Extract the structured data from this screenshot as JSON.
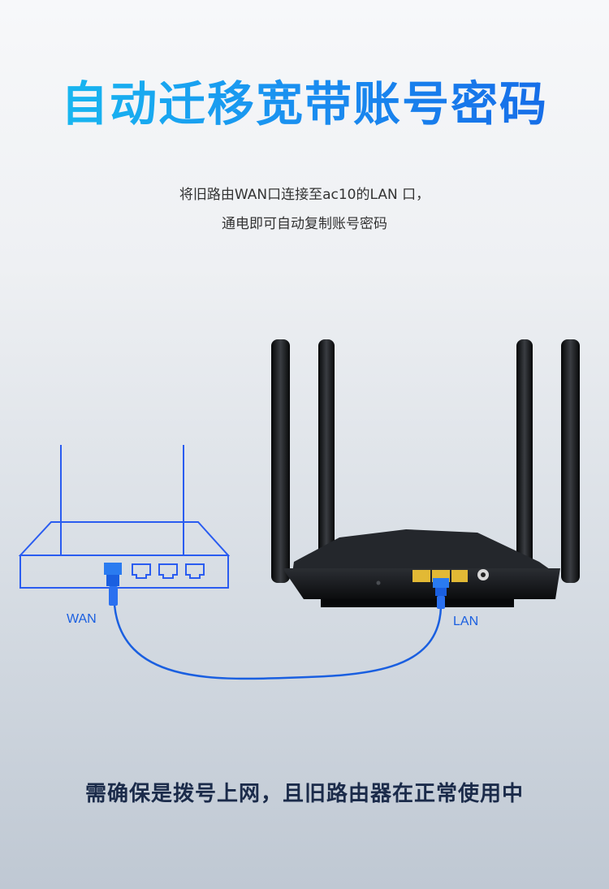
{
  "title": "自动迁移宽带账号密码",
  "subtitle_line1": "将旧路由WAN口连接至ac10的LAN 口，",
  "subtitle_line2": "通电即可自动复制账号密码",
  "labels": {
    "wan": "WAN",
    "lan": "LAN"
  },
  "notice": "需确保是拨号上网，且旧路由器在正常使用中",
  "colors": {
    "title_gradient": [
      "#17c1f0",
      "#1565e6"
    ],
    "outline_router": "#2a5cf0",
    "cable": "#1a5fe0",
    "router_body": "#121418",
    "lan_port": "#e2b935"
  },
  "illustrations": [
    "old-router-outline",
    "ac10-router-photo",
    "ethernet-cable"
  ]
}
